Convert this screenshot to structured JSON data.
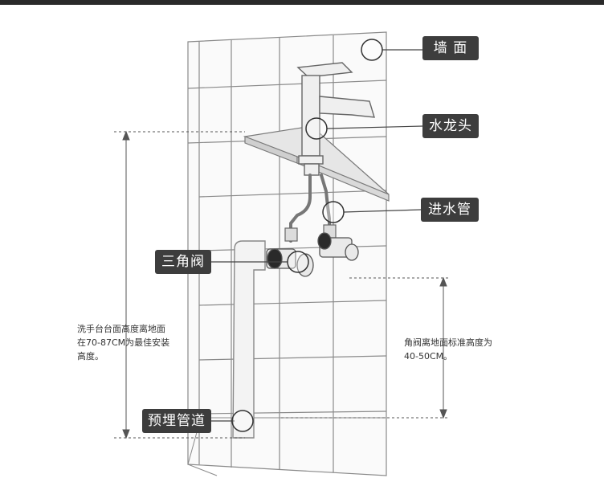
{
  "labels": {
    "wall": "墙 面",
    "faucet": "水龙头",
    "inlet_pipe": "进水管",
    "angle_valve": "三角阀",
    "embedded_pipe": "预埋管道"
  },
  "notes": {
    "basin_height": {
      "line1": "洗手台台面高度离地面",
      "line2": "在70-87CM为最佳安装",
      "line3": "高度。"
    },
    "valve_height": {
      "line1": "角阀离地面标准高度为",
      "line2": "40-50CM。"
    }
  },
  "colors": {
    "callout_bg": "#3d3d3d",
    "callout_text": "#ffffff",
    "line": "#555555"
  }
}
